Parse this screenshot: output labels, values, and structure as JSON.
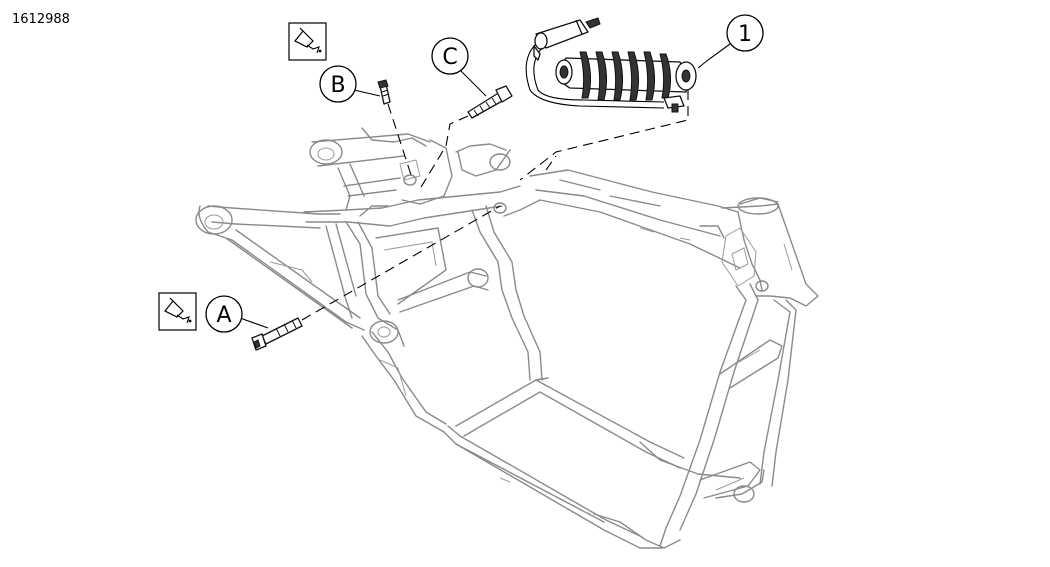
{
  "figure_id": "1612988",
  "callouts": {
    "part_1": "1",
    "part_a": "A",
    "part_b": "B",
    "part_c": "C"
  },
  "colors": {
    "frame_stroke": "#8a8a8a",
    "part_stroke": "#111111",
    "background": "#ffffff"
  },
  "icons": {
    "adhesive_symbol_1": "threadlocker-icon",
    "adhesive_symbol_2": "threadlocker-icon"
  }
}
